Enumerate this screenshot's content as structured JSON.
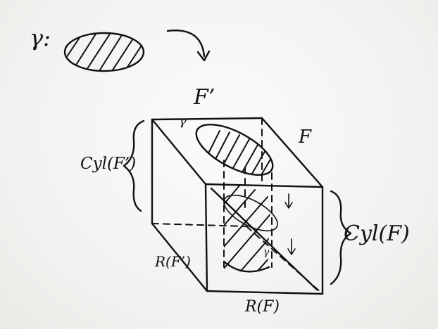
{
  "labels": {
    "gamma_top": "γ:",
    "f_prime": "F’",
    "f": "F",
    "gamma_inner": "γ",
    "cyl_f_prime": "Cyl(F’)",
    "cyl_f": "Cyl(F)",
    "r_f_prime": "R(F’)",
    "r_f": "R(F)",
    "gamma_small": "γ"
  },
  "icons": {
    "curved_arrow": "curved-arrow-icon",
    "down_arrow": "down-arrow-icon"
  },
  "colors": {
    "ink": "#111111",
    "paper": "#f4f4f2"
  }
}
